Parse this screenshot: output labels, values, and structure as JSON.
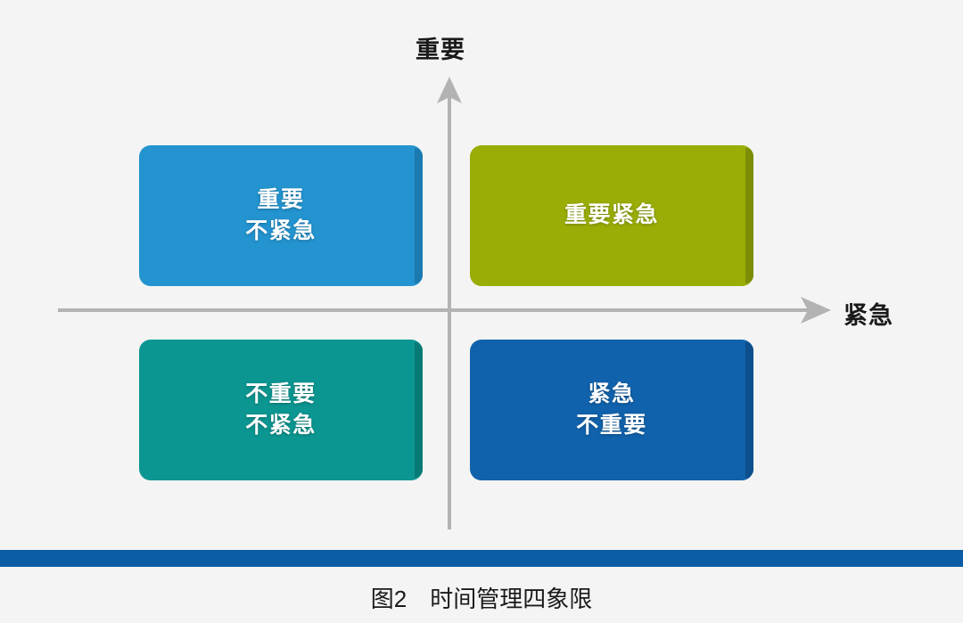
{
  "figure": {
    "background_color": "#f4f4f4",
    "caption": "图2　时间管理四象限",
    "rule_color": "#0b5ea5"
  },
  "axes": {
    "line_color": "#b3b3b3",
    "y_axis": {
      "label": "重要",
      "icon": "arrow-up-icon",
      "direction": "up"
    },
    "x_axis": {
      "label": "紧急",
      "icon": "arrow-right-icon",
      "direction": "right"
    }
  },
  "quadrants": [
    {
      "id": "important-not-urgent",
      "position": "top-left",
      "lines": [
        "重要",
        "不紧急"
      ],
      "color": "#2394d0",
      "bevel_color": "#1b7ab0"
    },
    {
      "id": "important-urgent",
      "position": "top-right",
      "lines": [
        "重要紧急"
      ],
      "color": "#9aad06",
      "bevel_color": "#7d8d05"
    },
    {
      "id": "not-important-not-urgent",
      "position": "bottom-left",
      "lines": [
        "不重要",
        "不紧急"
      ],
      "color": "#0c9691",
      "bevel_color": "#087a76"
    },
    {
      "id": "urgent-not-important",
      "position": "bottom-right",
      "lines": [
        "紧急",
        "不重要"
      ],
      "color": "#1162ac",
      "bevel_color": "#0d4f8c"
    }
  ]
}
